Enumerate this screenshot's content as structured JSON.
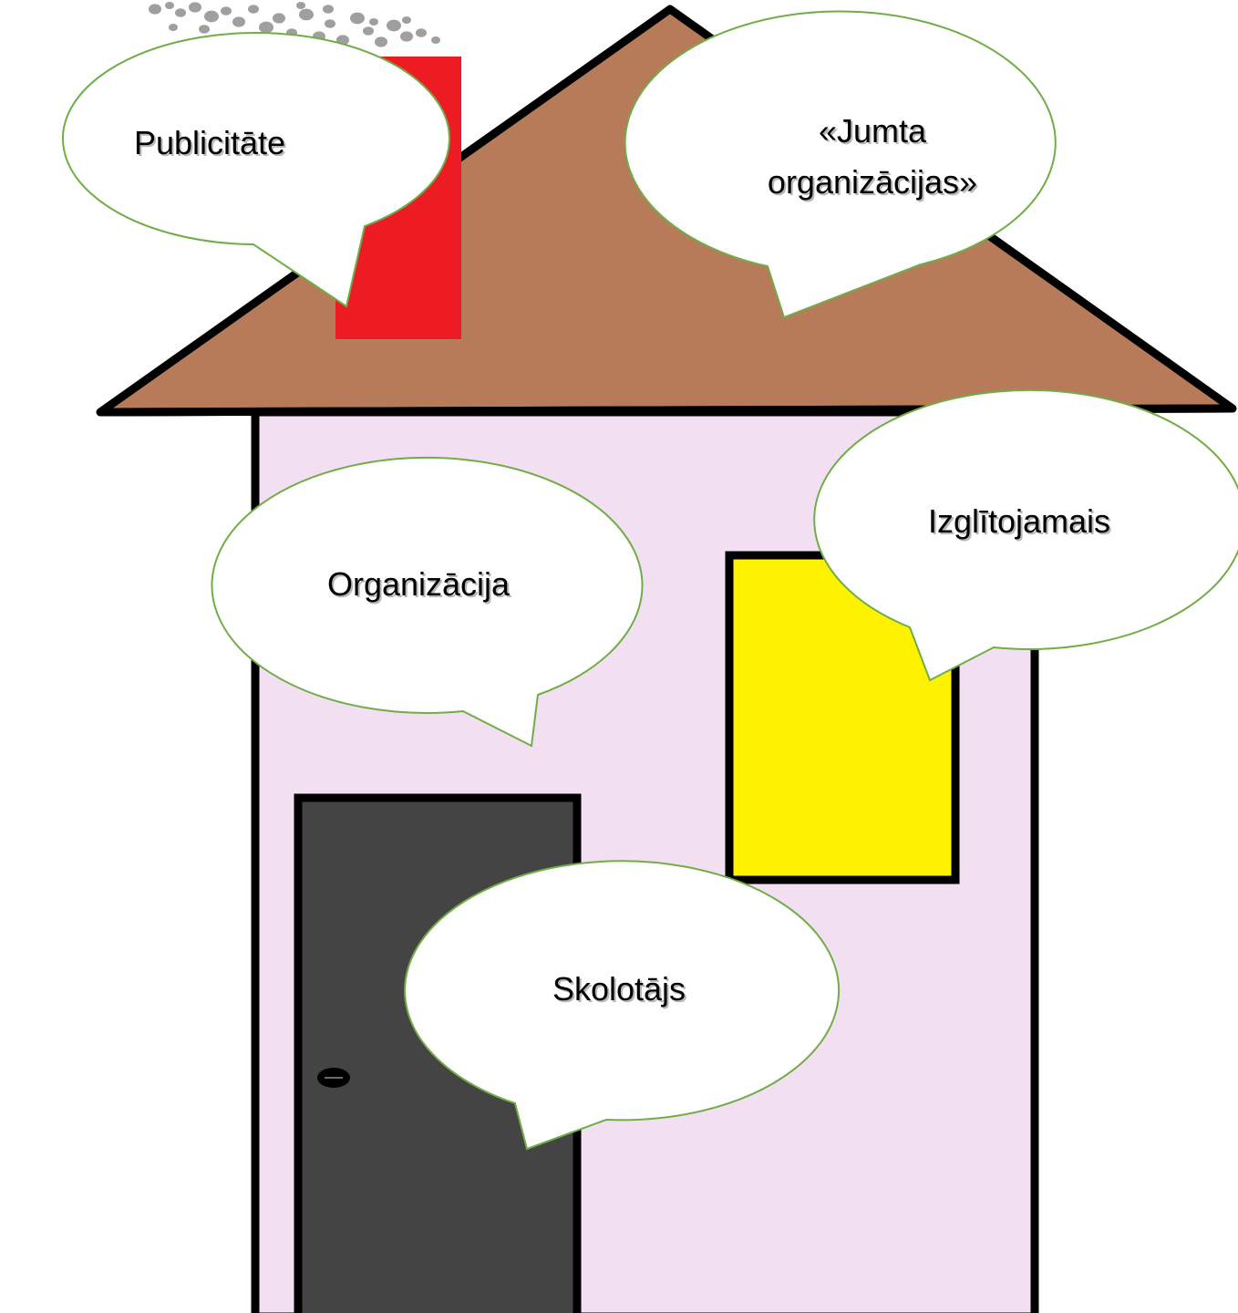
{
  "colors": {
    "roof": "#b77b59",
    "chimney": "#ed1c24",
    "wall": "#f2dff2",
    "window": "#fff200",
    "door": "#444444",
    "outline": "#000000",
    "smoke": "#7f7f7f",
    "bubble_fill": "#ffffff",
    "bubble_border": "#70ad47"
  },
  "bubbles": {
    "publicity": {
      "lines": [
        "Publicitāte"
      ]
    },
    "umbrella_orgs": {
      "lines": [
        "«Jumta",
        "organizācijas»"
      ]
    },
    "organization": {
      "lines": [
        "Organizācija"
      ]
    },
    "learner": {
      "lines": [
        "Izglītojamais"
      ]
    },
    "teacher": {
      "lines": [
        "Skolotājs"
      ]
    }
  }
}
